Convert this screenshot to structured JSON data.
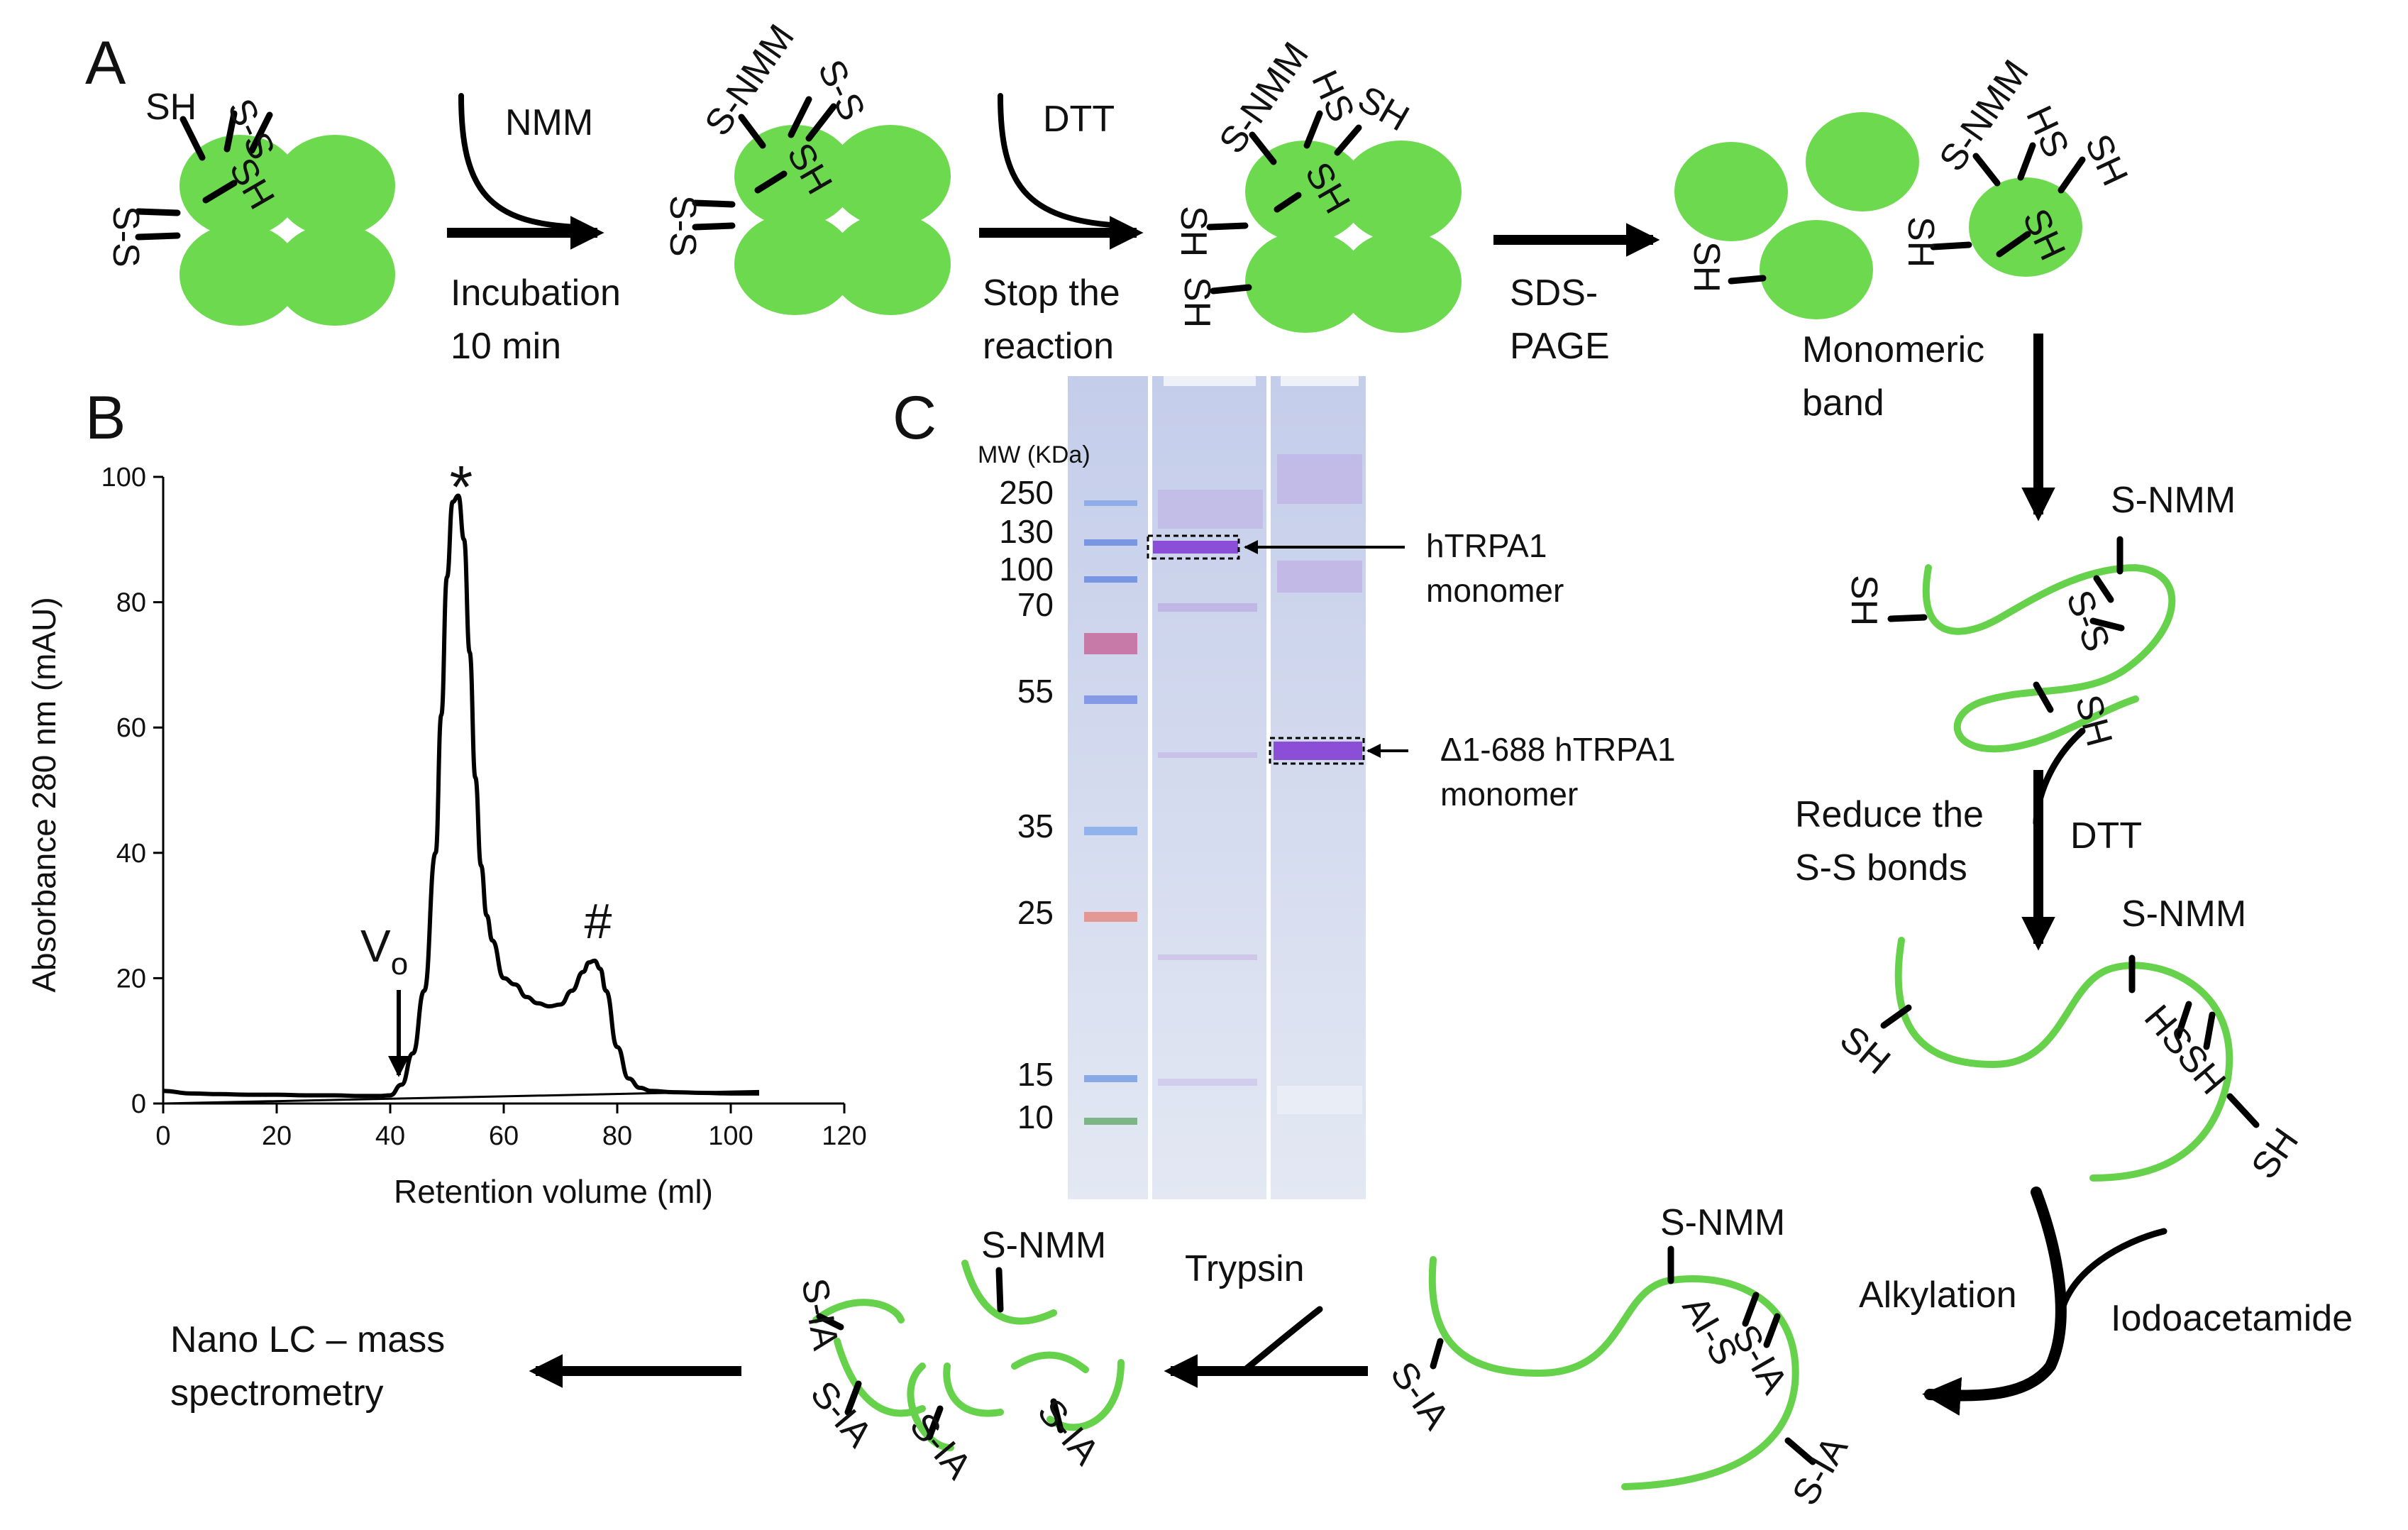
{
  "colors": {
    "protein": "#6dd94f",
    "chain": "#66d14a",
    "ink": "#000000",
    "gel_bg": "#c9d3ec",
    "band_purple": "#8a4fd6"
  },
  "panel_a": {
    "letter": "A",
    "reagent_1": "NMM",
    "step_1": [
      "Incubation",
      "10 min"
    ],
    "reagent_2": "DTT",
    "step_2": [
      "Stop the",
      "reaction"
    ],
    "step_3": [
      "SDS-",
      "PAGE"
    ],
    "result": [
      "Monomeric",
      "band"
    ],
    "groups": {
      "sh": "SH",
      "hs": "HS",
      "ss": "S-S",
      "snmm": "S-NMM",
      "hssh": "HSSH",
      "sia": "S-IA",
      "ais": "AI-S"
    },
    "reduce": [
      "Reduce the",
      "S-S bonds"
    ],
    "reagent_dtt": "DTT",
    "alkylation": "Alkylation",
    "iodo": "Iodoacetamide",
    "trypsin": "Trypsin",
    "final": [
      "Nano LC – mass",
      "spectrometry"
    ]
  },
  "panel_b": {
    "letter": "B",
    "peak_star": "*",
    "peak_hash": "#",
    "void_label": "V",
    "void_sub": "o"
  },
  "chart_data": {
    "type": "line",
    "xlabel": "Retention volume (ml)",
    "ylabel": "Absorbance 280 nm (mAU)",
    "xlim": [
      0,
      120
    ],
    "ylim": [
      0,
      100
    ],
    "xticks": [
      0,
      20,
      40,
      60,
      80,
      100,
      120
    ],
    "yticks": [
      0,
      20,
      40,
      60,
      80,
      100
    ],
    "grid": false,
    "series": [
      {
        "x": [
          0,
          5,
          10,
          15,
          20,
          25,
          30,
          35,
          38,
          40,
          42,
          44,
          46,
          48,
          49,
          50,
          51,
          52,
          53,
          54,
          55,
          56,
          57,
          58,
          60,
          62,
          64,
          66,
          68,
          70,
          72,
          74,
          75,
          76,
          77,
          78,
          80,
          82,
          84,
          86,
          90,
          95,
          100,
          105
        ],
        "y": [
          2,
          1.6,
          1.5,
          1.4,
          1.4,
          1.3,
          1.3,
          1.2,
          1.2,
          1.3,
          3,
          8,
          18,
          40,
          62,
          84,
          96,
          97,
          90,
          72,
          52,
          38,
          30,
          26,
          20,
          19,
          17,
          16,
          15.5,
          15.8,
          18,
          21,
          22.5,
          22.8,
          21.5,
          18,
          9,
          4,
          2.5,
          2,
          1.8,
          1.7,
          1.6,
          1.6
        ]
      }
    ],
    "baseline": {
      "x": [
        0,
        105
      ],
      "y": [
        0,
        2
      ]
    },
    "annotations": [
      "*",
      "#",
      "Vo"
    ]
  },
  "panel_c": {
    "letter": "C",
    "mw_header": "MW (KDa)",
    "mw_labels": [
      "250",
      "130",
      "100",
      "70",
      "55",
      "35",
      "25",
      "15",
      "10"
    ],
    "band_1": [
      "hTRPA1",
      "monomer"
    ],
    "band_2": [
      "Δ1-688 hTRPA1",
      "monomer"
    ]
  }
}
